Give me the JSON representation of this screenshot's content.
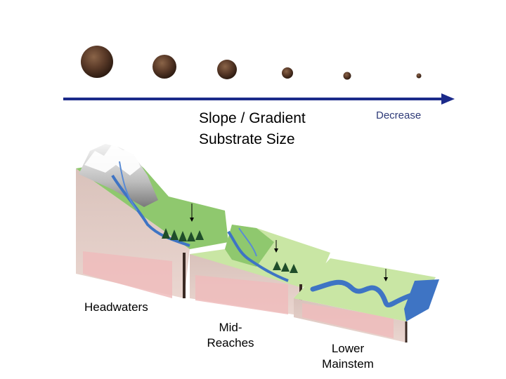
{
  "axis": {
    "title_line1": "Slope / Gradient",
    "title_line2": "Substrate Size",
    "direction_label": "Decrease",
    "arrow_color": "#1b2a8a"
  },
  "pebbles": [
    {
      "name": "pebble-1"
    },
    {
      "name": "pebble-2"
    },
    {
      "name": "pebble-3"
    },
    {
      "name": "pebble-4"
    },
    {
      "name": "pebble-5"
    },
    {
      "name": "pebble-6"
    }
  ],
  "zones": [
    {
      "key": "headwaters",
      "label_line1": "Headwaters",
      "label_line2": ""
    },
    {
      "key": "mid",
      "label_line1": "Mid-",
      "label_line2": "Reaches"
    },
    {
      "key": "lower",
      "label_line1": "Lower",
      "label_line2": "Mainstem"
    }
  ],
  "colors": {
    "ground": "#e7d2cc",
    "ground_pink": "#efbcbc",
    "grass": "#8fc86e",
    "grass_light": "#c9e6a4",
    "river": "#3e74c4",
    "rock": "#9a9a9a",
    "pebble": "#5a3a28"
  }
}
